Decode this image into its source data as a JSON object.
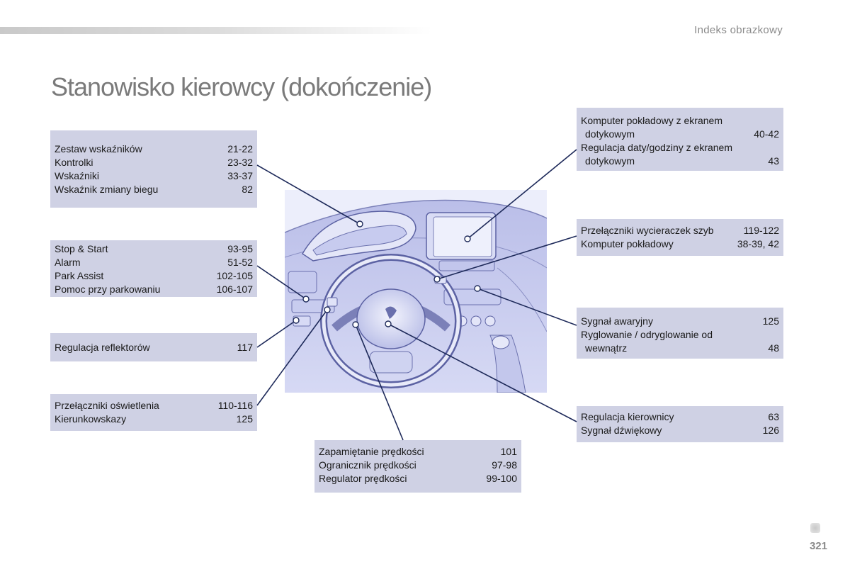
{
  "header": {
    "section": "Indeks obrazkowy",
    "title": "Stanowisko kierowcy (dokończenie)",
    "page_number": "321"
  },
  "callouts": {
    "instruments": [
      {
        "label": "Zestaw wskaźników",
        "page": "21-22"
      },
      {
        "label": "Kontrolki",
        "page": "23-32"
      },
      {
        "label": "Wskaźniki",
        "page": "33-37"
      },
      {
        "label": "Wskaźnik zmiany biegu",
        "page": "82"
      }
    ],
    "switches": [
      {
        "label": "Stop & Start",
        "page": "93-95"
      },
      {
        "label": "Alarm",
        "page": "51-52"
      },
      {
        "label": "Park Assist",
        "page": "102-105"
      },
      {
        "label": "Pomoc przy parkowaniu",
        "page": "106-107"
      }
    ],
    "headlamp": [
      {
        "label": "Regulacja reflektorów",
        "page": "117"
      }
    ],
    "lighting": [
      {
        "label": "Przełączniki oświetlenia",
        "page": "110-116"
      },
      {
        "label": "Kierunkowskazy",
        "page": "125"
      }
    ],
    "speed": [
      {
        "label": "Zapamiętanie prędkości",
        "page": "101"
      },
      {
        "label": "Ogranicznik prędkości",
        "page": "97-98"
      },
      {
        "label": "Regulator prędkości",
        "page": "99-100"
      }
    ],
    "touchscreen": {
      "item1_line1": "Komputer pokładowy z ekranem",
      "item1_line2": "dotykowym",
      "item1_page": "40-42",
      "item2_line1": "Regulacja daty/godziny z ekranem",
      "item2_line2": "dotykowym",
      "item2_page": "43"
    },
    "wipers": [
      {
        "label": "Przełączniki wycieraczek szyb",
        "page": "119-122"
      },
      {
        "label": "Komputer pokładowy",
        "page": "38-39, 42"
      }
    ],
    "hazard": {
      "item1_label": "Sygnał awaryjny",
      "item1_page": "125",
      "item2_line1": "Ryglowanie / odryglowanie od",
      "item2_line2": "wewnątrz",
      "item2_page": "48"
    },
    "steering": [
      {
        "label": "Regulacja kierownicy",
        "page": "63"
      },
      {
        "label": "Sygnał dźwiękowy",
        "page": "126"
      }
    ]
  },
  "colors": {
    "box_bg": "#cfd1e4",
    "leader_line": "#1e2a5a",
    "illustration_bg": "#c9cdef"
  }
}
